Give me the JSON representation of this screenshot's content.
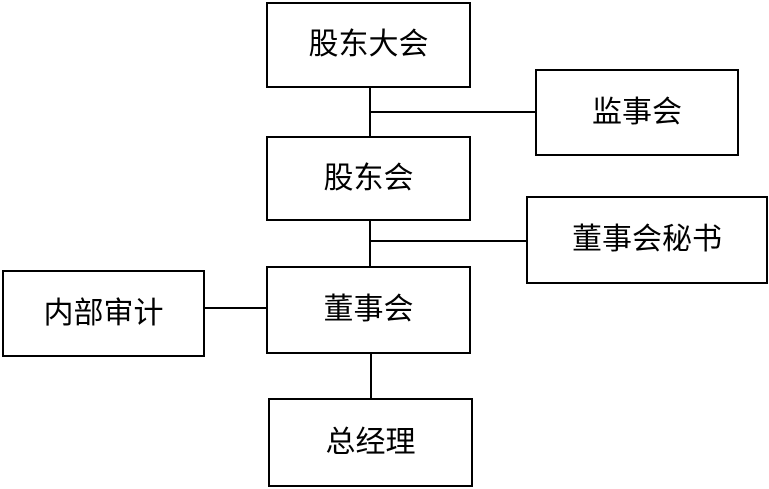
{
  "diagram": {
    "nodes": {
      "general_meeting": "股东大会",
      "supervisory_board": "监事会",
      "shareholders_board": "股东会",
      "board_secretary": "董事会秘书",
      "board_of_directors": "董事会",
      "internal_audit": "内部审计",
      "general_manager": "总经理"
    },
    "edges": [
      {
        "from": "general_meeting",
        "to": "shareholders_board"
      },
      {
        "from": "general_meeting",
        "to": "supervisory_board"
      },
      {
        "from": "shareholders_board",
        "to": "board_of_directors"
      },
      {
        "from": "shareholders_board",
        "to": "board_secretary"
      },
      {
        "from": "board_of_directors",
        "to": "internal_audit"
      },
      {
        "from": "board_of_directors",
        "to": "general_manager"
      }
    ],
    "colors": {
      "stroke": "#000000",
      "text": "#000000",
      "background": "#ffffff"
    }
  }
}
